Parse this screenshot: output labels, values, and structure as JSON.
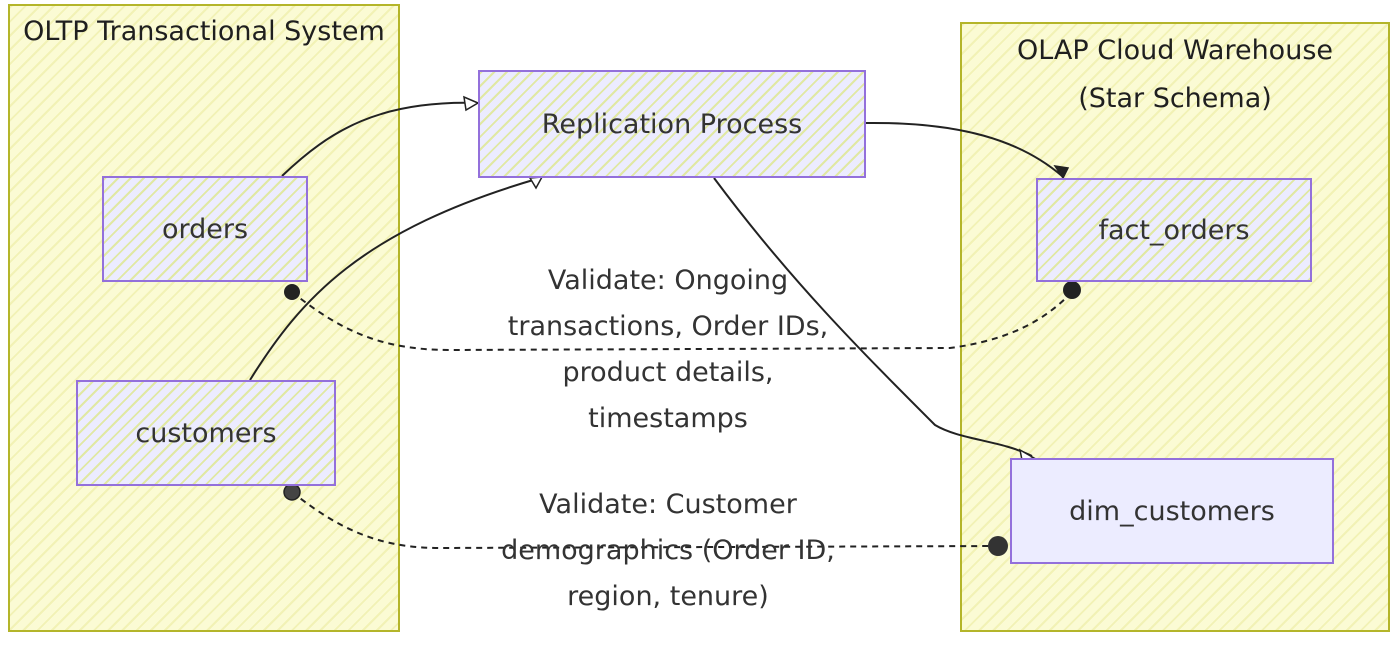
{
  "clusters": {
    "oltp": {
      "title": "OLTP Transactional System"
    },
    "olap": {
      "title_line1": "OLAP Cloud Warehouse",
      "title_line2": "(Star Schema)"
    }
  },
  "nodes": {
    "orders": "orders",
    "customers": "customers",
    "replication": "Replication Process",
    "fact_orders": "fact_orders",
    "dim_customers": "dim_customers"
  },
  "edge_labels": {
    "orders_validation": [
      "Validate: Ongoing",
      "transactions, Order IDs,",
      "product details,",
      "timestamps"
    ],
    "customers_validation": [
      "Validate: Customer",
      "demographics (Order ID,",
      "region, tenure)"
    ]
  },
  "colors": {
    "cluster_fill": "#fbfbd4",
    "cluster_border": "#b4b52a",
    "node_fill": "#ececff",
    "node_border": "#9370db",
    "edge": "#222222"
  }
}
